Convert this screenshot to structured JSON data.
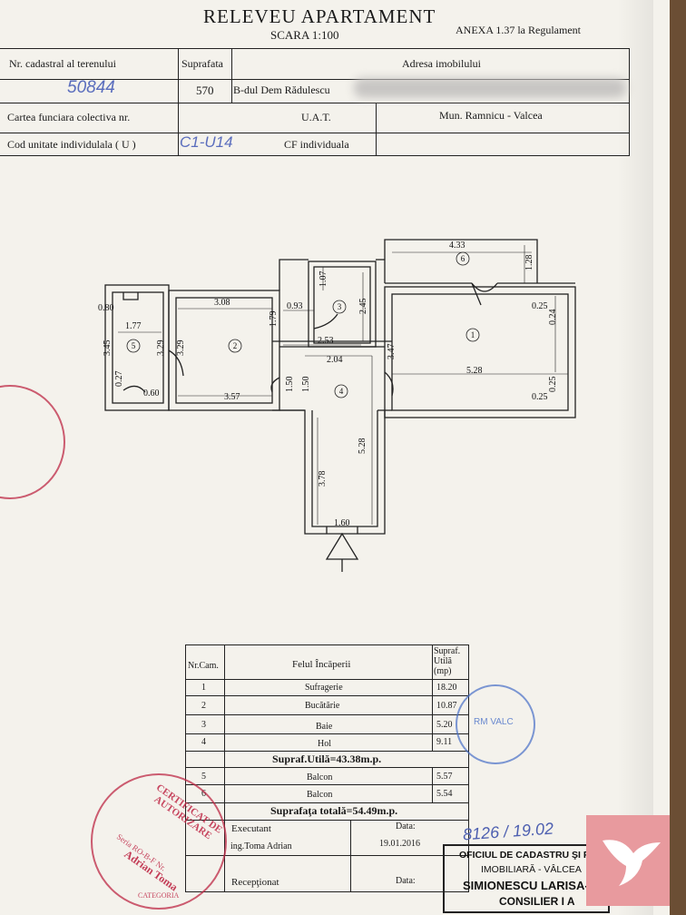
{
  "header": {
    "title": "RELEVEU APARTAMENT",
    "scale": "SCARA 1:100",
    "annex": "ANEXA 1.37 la Regulament"
  },
  "info_table": {
    "cadastral_label": "Nr. cadastral al terenului",
    "area_label": "Suprafata",
    "address_label": "Adresa imobilului",
    "cadastral_value": "50844",
    "area_value": "570",
    "address_value": "B-dul Dem Rădulescu",
    "cf_collective_label": "Cartea funciara colectiva nr.",
    "uat_label": "U.A.T.",
    "uat_value": "Mun. Ramnicu - Valcea",
    "unit_code_label": "Cod unitate individulala ( U )",
    "unit_code_value": "C1-U14",
    "cf_individual_label": "CF individuala"
  },
  "plan": {
    "dims": {
      "d433": "4.33",
      "d128": "1.28",
      "d107": "1.07",
      "d308": "3.08",
      "d080": "0.80",
      "d177": "1.77",
      "d093": "0.93",
      "d245": "2.45",
      "d025a": "0.25",
      "d024": "0.24",
      "d345": "3.45",
      "d329a": "3.29",
      "d329b": "3.29",
      "d179": "1.79",
      "d253": "2.53",
      "d347": "3.47",
      "d204": "2.04",
      "d528a": "5.28",
      "d027": "0.27",
      "d060": "0.60",
      "d357": "3.57",
      "d150a": "1.50",
      "d150b": "1.50",
      "d025b": "0.25",
      "d025c": "0.25",
      "d378": "3.78",
      "d528b": "5.28",
      "d160": "1.60"
    },
    "rooms": {
      "r1": "1",
      "r2": "2",
      "r3": "3",
      "r4": "4",
      "r5": "5",
      "r6": "6"
    }
  },
  "rooms_table": {
    "col_nr": "Nr.Cam.",
    "col_type": "Felul Încăperii",
    "col_area": "Supraf. Utilă (mp)",
    "rows": [
      {
        "nr": "1",
        "name": "Sufragerie",
        "area": "18.20"
      },
      {
        "nr": "2",
        "name": "Bucătărie",
        "area": "10.87"
      },
      {
        "nr": "3",
        "name": "Baie",
        "area": "5.20"
      },
      {
        "nr": "4",
        "name": "Hol",
        "area": "9.11"
      }
    ],
    "usable_total": "Supraf.Utilă=43.38m.p.",
    "balconies": [
      {
        "nr": "5",
        "name": "Balcon",
        "area": "5.57"
      },
      {
        "nr": "6",
        "name": "Balcon",
        "area": "5.54"
      }
    ],
    "grand_total": "Suprafaţa totală=54.49m.p.",
    "executant_label": "Executant",
    "date_label": "Data:",
    "executant_name": "ing.Toma Adrian",
    "executant_date": "19.01.2016",
    "received_label": "Recepţionat",
    "received_date_label": "Data:"
  },
  "stamps": {
    "office_line1": "OFICIUL DE CADASTRU ŞI PUB",
    "office_line2": "IMOBILIARĂ - VÂLCEA",
    "office_name": "SIMIONESCU LARISA-",
    "office_title": "CONSILIER I A",
    "registration": "8126 / 19.02",
    "cert_label": "CERTIFICAT DE AUTORIZARE",
    "cert_name": "Adrian Toma",
    "cert_series": "Seria RO-B-F Nr.",
    "cert_category": "CATEGORIA",
    "blue_stamp_text": "RM VALC"
  },
  "colors": {
    "ink": "#1a1a1a",
    "paper": "#f4f2ec",
    "hand_blue": "#5a6dbd",
    "stamp_red": "#be2846",
    "logo_bg": "#e89a9e"
  }
}
